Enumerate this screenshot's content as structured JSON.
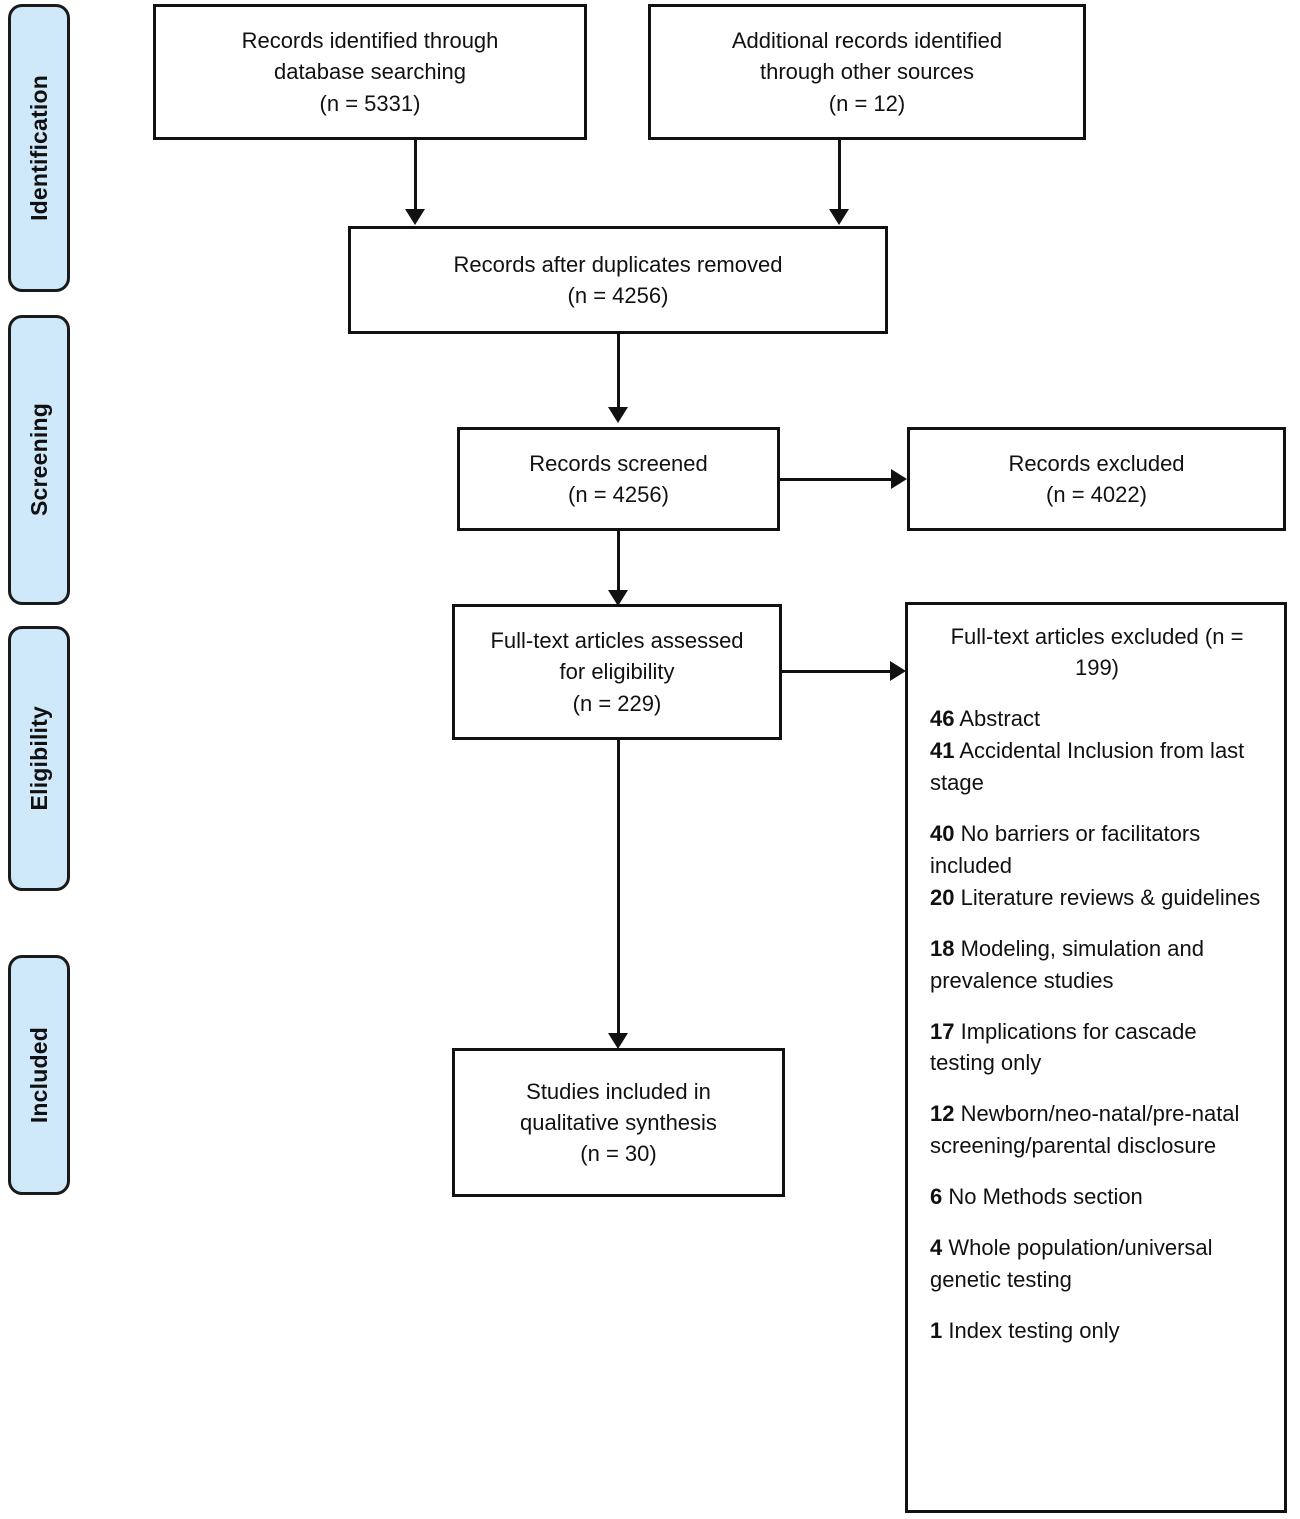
{
  "diagram": {
    "type": "prisma-flow-diagram",
    "accent_color": "#cfe9fb",
    "line_color": "#111111"
  },
  "phases": [
    {
      "label": "Identification"
    },
    {
      "label": "Screening"
    },
    {
      "label": "Eligibility"
    },
    {
      "label": "Included"
    }
  ],
  "boxes": {
    "database_search": "Records identified through\ndatabase searching\n(n =  5331)",
    "other_sources": "Additional records identified\nthrough other sources\n(n =  12)",
    "after_duplicates": "Records after duplicates removed\n(n = 4256)",
    "records_screened": "Records screened\n(n = 4256)",
    "records_excluded": "Records excluded\n(n = 4022)",
    "fulltext_assessed": "Full-text articles assessed\nfor eligibility\n(n =  229)",
    "studies_included": "Studies included in\nqualitative synthesis\n(n = 30)"
  },
  "exclusions": {
    "title": "Full-text articles excluded (n = 199)",
    "items": [
      {
        "count": "46",
        "reason": " Abstract"
      },
      {
        "count": "41",
        "reason": " Accidental Inclusion from last stage"
      },
      {
        "count": "40",
        "reason": " No barriers or facilitators included"
      },
      {
        "count": "20",
        "reason": " Literature reviews & guidelines"
      },
      {
        "count": "18",
        "reason": " Modeling, simulation and prevalence studies"
      },
      {
        "count": "17",
        "reason": " Implications for cascade testing only"
      },
      {
        "count": "12",
        "reason": " Newborn/neo-natal/pre-natal screening/parental disclosure"
      },
      {
        "count": "6",
        "reason": " No Methods section"
      },
      {
        "count": "4",
        "reason": " Whole population/universal genetic testing"
      },
      {
        "count": "1",
        "reason": " Index testing only"
      }
    ]
  },
  "chart_data": {
    "type": "diagram",
    "title": "PRISMA flow diagram",
    "nodes": [
      {
        "id": "database_search",
        "stage": "Identification",
        "label": "Records identified through database searching",
        "n": 5331
      },
      {
        "id": "other_sources",
        "stage": "Identification",
        "label": "Additional records identified through other sources",
        "n": 12
      },
      {
        "id": "after_duplicates",
        "stage": "Identification",
        "label": "Records after duplicates removed",
        "n": 4256
      },
      {
        "id": "records_screened",
        "stage": "Screening",
        "label": "Records screened",
        "n": 4256
      },
      {
        "id": "records_excluded",
        "stage": "Screening",
        "label": "Records excluded",
        "n": 4022
      },
      {
        "id": "fulltext_assessed",
        "stage": "Eligibility",
        "label": "Full-text articles assessed for eligibility",
        "n": 229
      },
      {
        "id": "fulltext_excluded",
        "stage": "Eligibility",
        "label": "Full-text articles excluded",
        "n": 199
      },
      {
        "id": "studies_included",
        "stage": "Included",
        "label": "Studies included in qualitative synthesis",
        "n": 30
      }
    ],
    "edges": [
      {
        "from": "database_search",
        "to": "after_duplicates"
      },
      {
        "from": "other_sources",
        "to": "after_duplicates"
      },
      {
        "from": "after_duplicates",
        "to": "records_screened"
      },
      {
        "from": "records_screened",
        "to": "records_excluded"
      },
      {
        "from": "records_screened",
        "to": "fulltext_assessed"
      },
      {
        "from": "fulltext_assessed",
        "to": "fulltext_excluded"
      },
      {
        "from": "fulltext_assessed",
        "to": "studies_included"
      }
    ]
  }
}
